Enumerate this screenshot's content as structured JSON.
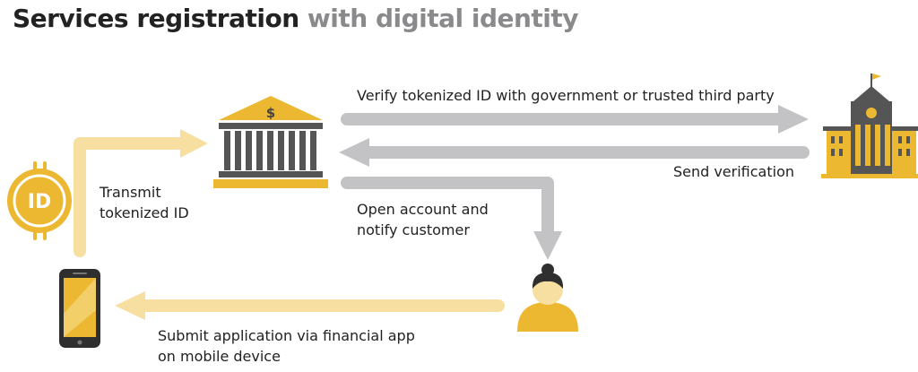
{
  "title": {
    "part1": "Services registration",
    "part2": "with digital identity"
  },
  "labels": {
    "transmit_line1": "Transmit",
    "transmit_line2": "tokenized ID",
    "verify": "Verify tokenized ID with government or trusted third party",
    "send_verification": "Send verification",
    "open_account_line1": "Open account and",
    "open_account_line2": "notify customer",
    "submit_line1": "Submit application via financial app",
    "submit_line2": "on mobile device"
  },
  "icons": {
    "id_token_text": "ID",
    "bank_symbol": "$"
  },
  "colors": {
    "gold": "#ecb731",
    "light_gold": "#f6dfa0",
    "gray_arrow": "#c3c3c6",
    "dark_gray": "#555555",
    "title_gray": "#8a8a8c"
  }
}
